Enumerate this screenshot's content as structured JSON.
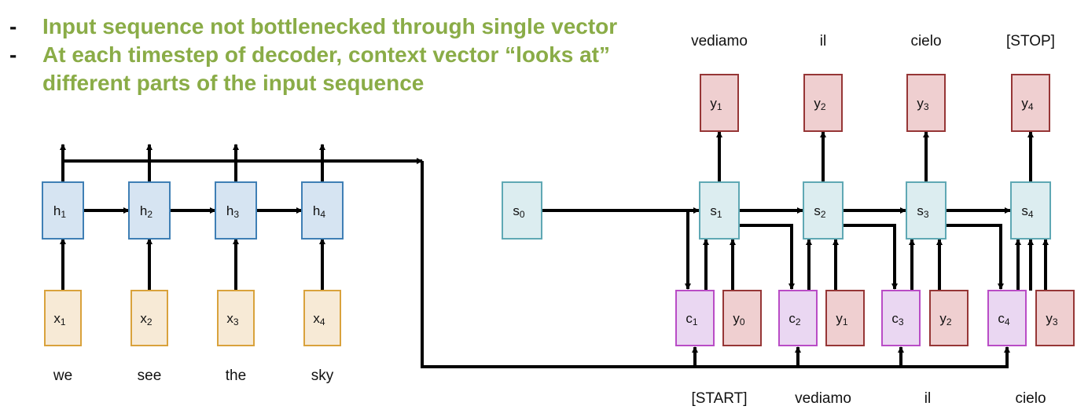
{
  "bullets": [
    {
      "marker": "-",
      "text": "Input sequence not bottlenecked through single vector"
    },
    {
      "marker": "-",
      "text": "At each timestep of decoder, context vector “looks at”",
      "continuation": "different parts of the input sequence"
    }
  ],
  "colors": {
    "bullet_text": "#8aac47",
    "encoder_fill": "#d6e4f2",
    "encoder_stroke": "#3f7fb5",
    "input_fill": "#f7ead6",
    "input_stroke": "#d9a23c",
    "state_fill": "#dcedf0",
    "state_stroke": "#5fa8b4",
    "output_fill": "#efcfd0",
    "output_stroke": "#963636",
    "context_fill": "#ead7f2",
    "context_stroke": "#b94cc6",
    "arrow": "#000000"
  },
  "encoder": {
    "hidden": [
      {
        "base": "h",
        "sub": "1"
      },
      {
        "base": "h",
        "sub": "2"
      },
      {
        "base": "h",
        "sub": "3"
      },
      {
        "base": "h",
        "sub": "4"
      }
    ],
    "inputs": [
      {
        "base": "x",
        "sub": "1"
      },
      {
        "base": "x",
        "sub": "2"
      },
      {
        "base": "x",
        "sub": "3"
      },
      {
        "base": "x",
        "sub": "4"
      }
    ],
    "words": [
      "we",
      "see",
      "the",
      "sky"
    ]
  },
  "decoder": {
    "initial_state": {
      "base": "s",
      "sub": "0"
    },
    "states": [
      {
        "base": "s",
        "sub": "1"
      },
      {
        "base": "s",
        "sub": "2"
      },
      {
        "base": "s",
        "sub": "3"
      },
      {
        "base": "s",
        "sub": "4"
      }
    ],
    "outputs": [
      {
        "base": "y",
        "sub": "1"
      },
      {
        "base": "y",
        "sub": "2"
      },
      {
        "base": "y",
        "sub": "3"
      },
      {
        "base": "y",
        "sub": "4"
      }
    ],
    "output_words": [
      "vediamo",
      "il",
      "cielo",
      "[STOP]"
    ],
    "contexts": [
      {
        "base": "c",
        "sub": "1"
      },
      {
        "base": "c",
        "sub": "2"
      },
      {
        "base": "c",
        "sub": "3"
      },
      {
        "base": "c",
        "sub": "4"
      }
    ],
    "prev_outputs": [
      {
        "base": "y",
        "sub": "0"
      },
      {
        "base": "y",
        "sub": "1"
      },
      {
        "base": "y",
        "sub": "2"
      },
      {
        "base": "y",
        "sub": "3"
      }
    ],
    "input_words": [
      "[START]",
      "vediamo",
      "il",
      "cielo"
    ]
  }
}
